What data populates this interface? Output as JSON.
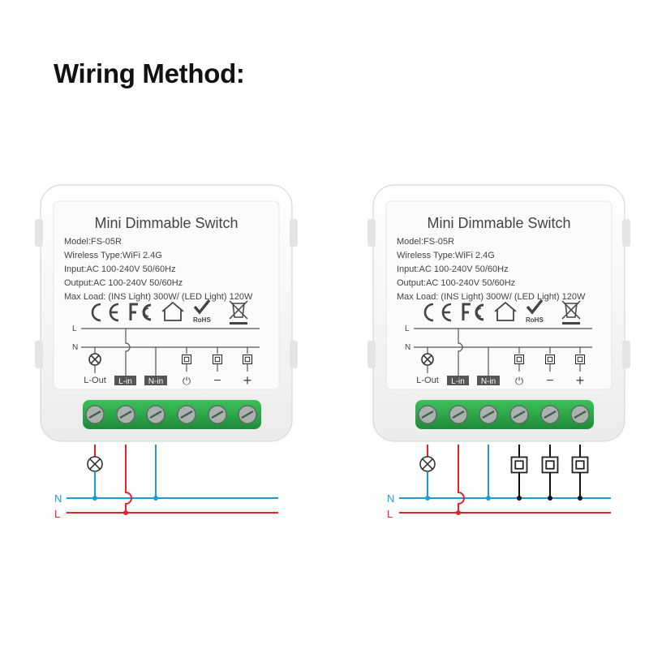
{
  "heading": "Wiring Method:",
  "colors": {
    "live": "#e8212b",
    "neutral": "#1e9bd7",
    "device_body": "#f6f6f6",
    "device_edge": "#d8d8d8",
    "label_text": "#444444",
    "terminal_block": "#29a346",
    "screw": "#8f9a93",
    "black_wire": "#111111"
  },
  "devices": [
    {
      "title": "Mini Dimmable Switch",
      "model": "Model:FS-05R",
      "wireless": "Wireless Type:WiFi 2.4G",
      "input": "Input:AC 100-240V 50/60Hz",
      "output": "Output:AC 100-240V 50/60Hz",
      "max_load": "Max Load: (INS Light) 300W/ (LED Light) 120W",
      "cert_icons": [
        "ce-mark-icon",
        "fcc-icon",
        "house-icon",
        "rohs-icon",
        "weee-bin-icon"
      ],
      "rohs_label": "RoHS",
      "line_L": "L",
      "line_N": "N",
      "terminals": [
        "L-Out",
        "L-in",
        "N-in",
        "⏻",
        "−",
        "+"
      ],
      "external_wiring": {
        "lines": [
          "N",
          "L"
        ],
        "loads": [
          "lamp-icon"
        ]
      }
    },
    {
      "title": "Mini Dimmable Switch",
      "model": "Model:FS-05R",
      "wireless": "Wireless Type:WiFi 2.4G",
      "input": "Input:AC 100-240V 50/60Hz",
      "output": "Output:AC 100-240V 50/60Hz",
      "max_load": "Max Load: (INS Light) 300W/ (LED Light) 120W",
      "cert_icons": [
        "ce-mark-icon",
        "fcc-icon",
        "house-icon",
        "rohs-icon",
        "weee-bin-icon"
      ],
      "rohs_label": "RoHS",
      "line_L": "L",
      "line_N": "N",
      "terminals": [
        "L-Out",
        "L-in",
        "N-in",
        "⏻",
        "−",
        "+"
      ],
      "external_wiring": {
        "lines": [
          "N",
          "L"
        ],
        "loads": [
          "lamp-icon",
          "push-button-icon",
          "push-button-icon",
          "push-button-icon"
        ]
      }
    }
  ]
}
